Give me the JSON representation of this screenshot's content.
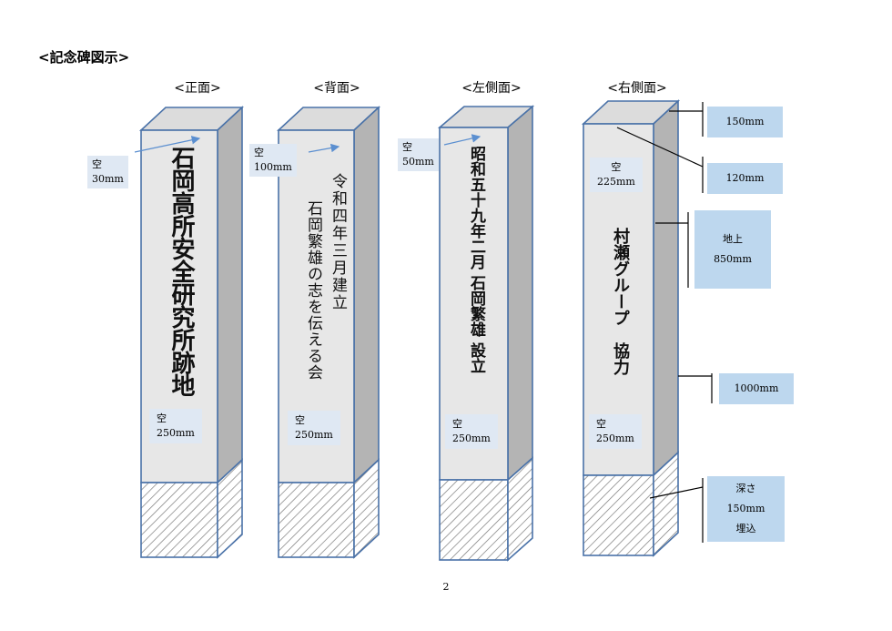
{
  "title": "<記念碑図示>",
  "views": {
    "front": "<正面>",
    "back": "<背面>",
    "left": "<左側面>",
    "right": "<右側面>"
  },
  "front": {
    "inscription": "石岡高所安全研究所跡地",
    "top_gap_word": "空",
    "top_gap_value": "30mm",
    "bottom_gap_word": "空",
    "bottom_gap_value": "250mm"
  },
  "back": {
    "inscription_col1": "令和四年三月建立",
    "inscription_col2": "石岡繁雄の志を伝える会",
    "top_gap_word": "空",
    "top_gap_value": "100mm",
    "bottom_gap_word": "空",
    "bottom_gap_value": "250mm"
  },
  "left": {
    "inscription": "昭和五十九年二月 石岡繁雄 設立",
    "top_gap_word": "空",
    "top_gap_value": "50mm",
    "bottom_gap_word": "空",
    "bottom_gap_value": "250mm"
  },
  "right": {
    "inscription": "村瀬グループ　協力",
    "top_gap_word": "空",
    "top_gap_value": "225mm",
    "bottom_gap_word": "空",
    "bottom_gap_value": "250mm"
  },
  "dimensions": {
    "depth": "150mm",
    "width": "120mm",
    "above_ground_word": "地上",
    "above_ground_value": "850mm",
    "total": "1000mm",
    "buried_line1": "深さ",
    "buried_line2": "150mm",
    "buried_line3": "埋込"
  },
  "page_number": "2",
  "colors": {
    "outline": "#4a72a8",
    "face_front": "#e7e7e7",
    "face_side": "#b4b4b4",
    "face_top": "#dcdcdc",
    "label_bg": "#dfe8f3",
    "dim_box": "#bdd7ee",
    "arrow": "#5b8fd0"
  }
}
